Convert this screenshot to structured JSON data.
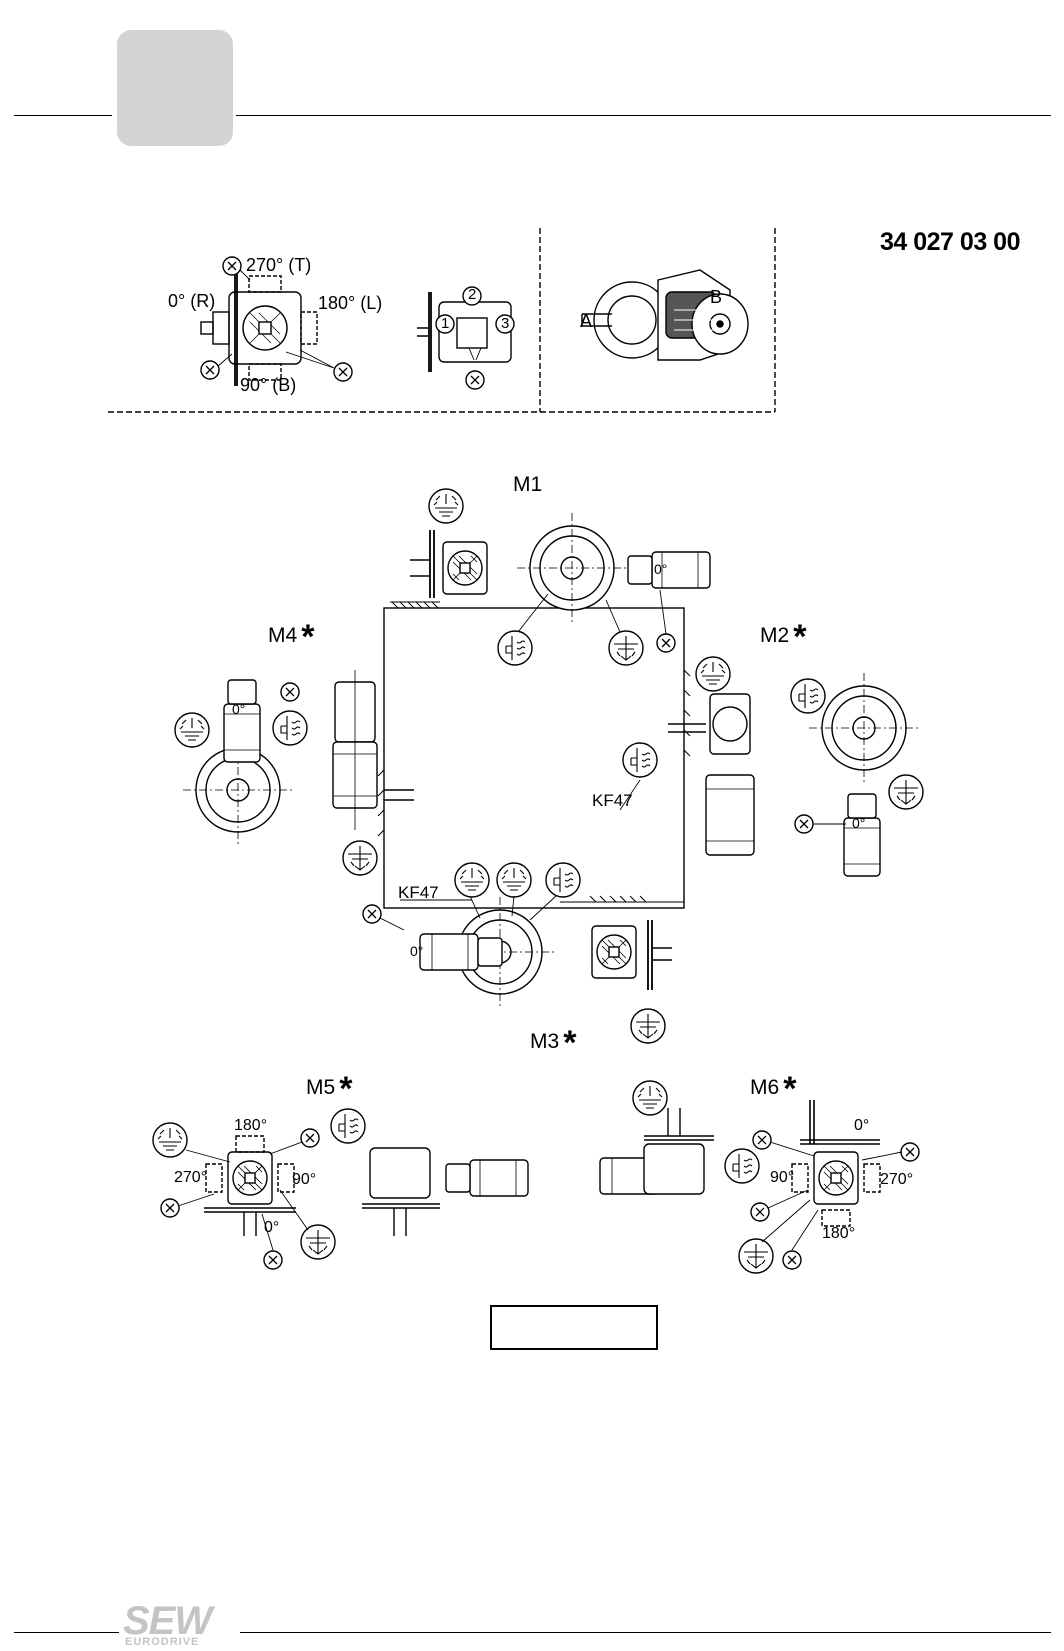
{
  "document_number": "34 027 03 00",
  "legend": {
    "angle_270": "270° (T)",
    "angle_0": "0° (R)",
    "angle_180": "180° (L)",
    "angle_90": "90° (B)",
    "side_1": "1",
    "side_2": "2",
    "side_3": "3",
    "shaft_a": "A",
    "shaft_b": "B",
    "marker": "X"
  },
  "positions": {
    "m1": "M1",
    "m2": "M2",
    "m3": "M3",
    "m4": "M4",
    "m5": "M5",
    "m6": "M6",
    "star": "*"
  },
  "model_label": "KF47",
  "terminal_box": "0°",
  "m5_angles": {
    "a180": "180°",
    "a270": "270°",
    "a90": "90°",
    "a0": "0°"
  },
  "m6_angles": {
    "a0": "0°",
    "a90": "90°",
    "a270": "270°",
    "a180": "180°"
  },
  "logo": {
    "main": "SEW",
    "sub": "EURODRIVE"
  }
}
